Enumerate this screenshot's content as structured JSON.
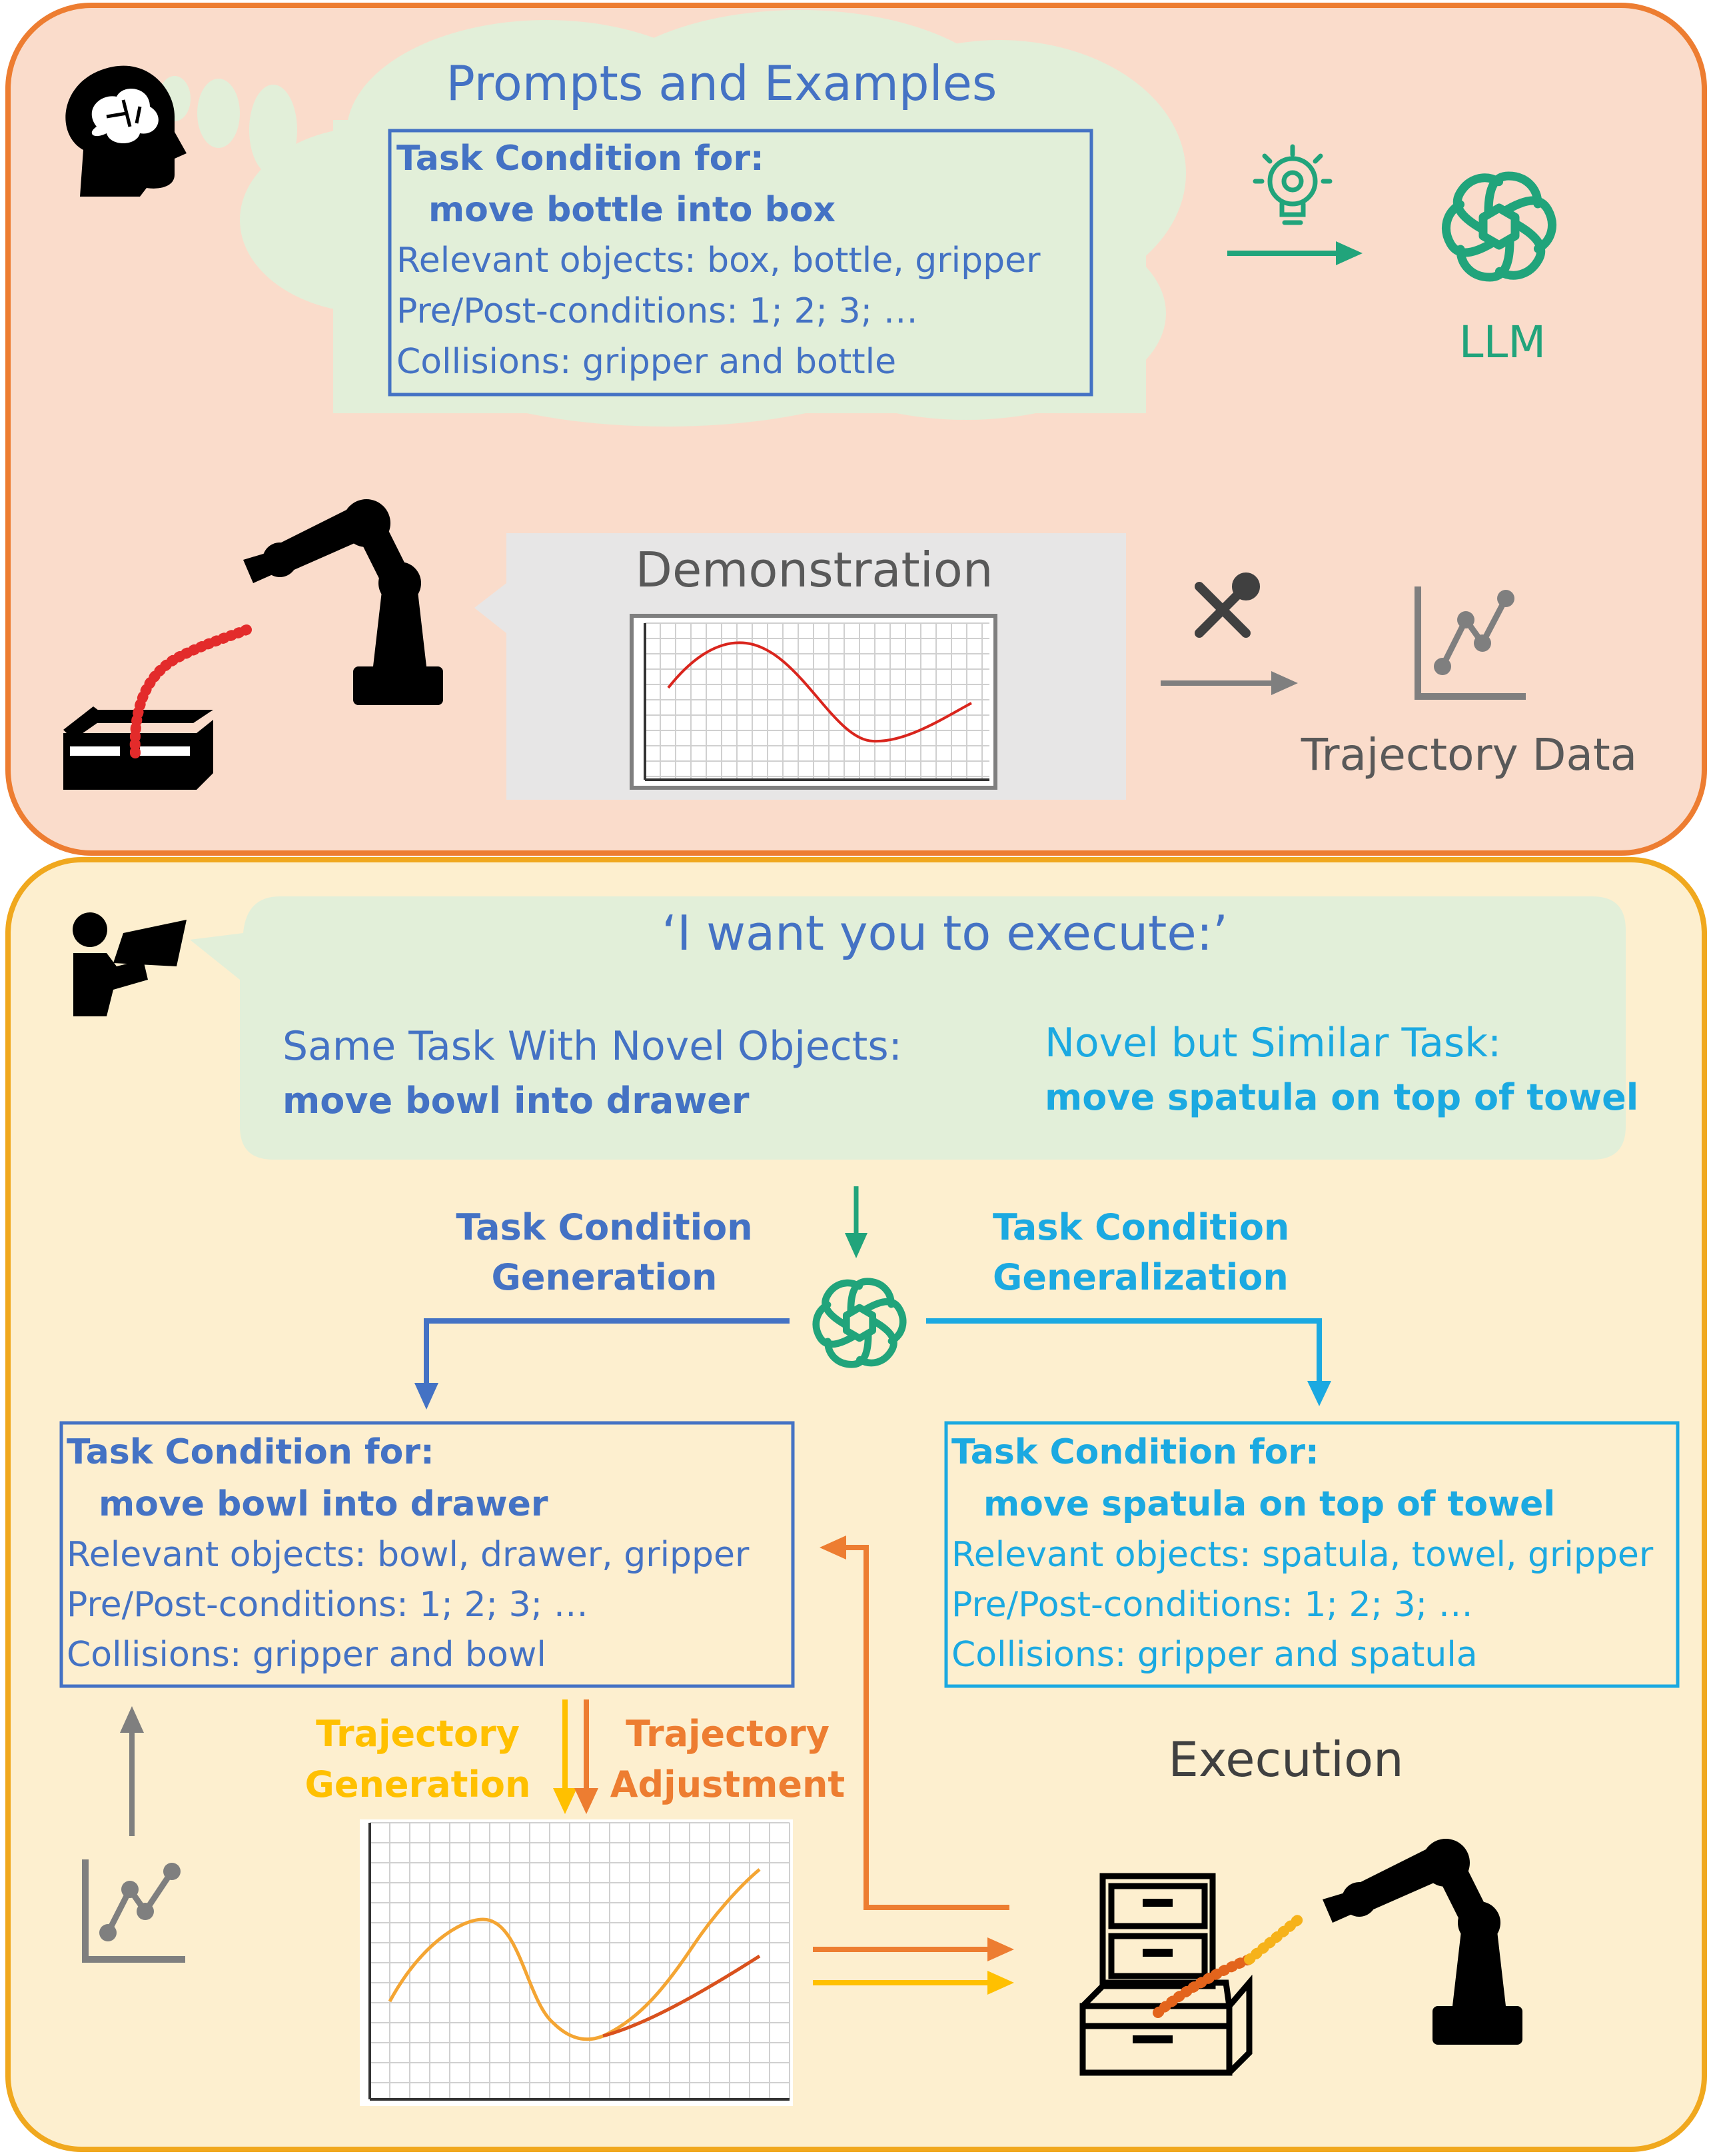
{
  "top_panel": {
    "thought_title": "Prompts and Examples",
    "task_card": {
      "heading": "Task Condition for:",
      "task": "move bottle into box",
      "relevant": "Relevant objects: box, bottle, gripper",
      "conditions": "Pre/Post-conditions: 1; 2; 3; …",
      "collisions": "Collisions: gripper and bottle"
    },
    "llm_label": "LLM",
    "demonstration_title": "Demonstration",
    "trajectory_label": "Trajectory Data"
  },
  "bottom_panel": {
    "speech_title": "‘I want you to execute:’",
    "same_task": {
      "heading": "Same Task With Novel Objects:",
      "task": "move bowl into drawer"
    },
    "novel_task": {
      "heading": "Novel but Similar Task:",
      "task": "move spatula on top of towel"
    },
    "generation_label": {
      "line1": "Task Condition",
      "line2": "Generation"
    },
    "generalization_label": {
      "line1": "Task Condition",
      "line2": "Generalization"
    },
    "left_card": {
      "heading": "Task Condition for:",
      "task": "move bowl into drawer",
      "relevant": "Relevant objects: bowl, drawer, gripper",
      "conditions": "Pre/Post-conditions: 1; 2; 3; …",
      "collisions": "Collisions: gripper and bowl"
    },
    "right_card": {
      "heading": "Task Condition for:",
      "task": "move spatula on top of towel",
      "relevant": "Relevant objects: spatula, towel, gripper",
      "conditions": "Pre/Post-conditions: 1; 2; 3; …",
      "collisions": "Collisions: gripper and spatula"
    },
    "traj_generation": {
      "line1": "Trajectory",
      "line2": "Generation"
    },
    "traj_adjustment": {
      "line1": "Trajectory",
      "line2": "Adjustment"
    },
    "execution_title": "Execution"
  },
  "colors": {
    "top_bg": "#FADCCB",
    "top_border": "#ED7D31",
    "bottom_bg": "#FDEFCF",
    "bottom_border": "#F0A81E",
    "cloud": "#E2EFD9",
    "blue": "#4472C4",
    "cyan": "#1BA9E1",
    "green": "#21A47B",
    "gray": "#595959",
    "yellow": "#FFC000",
    "orange": "#ED7D31",
    "red": "#D9251D"
  },
  "icons": [
    "head-brain-icon",
    "lightbulb-icon",
    "llm-logo-icon",
    "robot-arm-icon",
    "box-icon",
    "tools-icon",
    "line-chart-icon",
    "speaker-megaphone-icon",
    "drawer-cabinet-icon"
  ]
}
